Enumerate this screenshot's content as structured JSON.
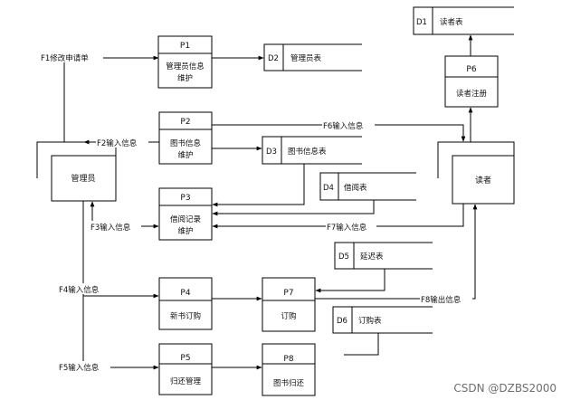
{
  "entities": {
    "admin": "管理员",
    "reader": "读者"
  },
  "processes": {
    "p1": {
      "id": "P1",
      "name_l1": "管理员信息",
      "name_l2": "维护"
    },
    "p2": {
      "id": "P2",
      "name_l1": "图书信息",
      "name_l2": "维护"
    },
    "p3": {
      "id": "P3",
      "name_l1": "借阅记录",
      "name_l2": "维护"
    },
    "p4": {
      "id": "P4",
      "name_l1": "新书订购"
    },
    "p5": {
      "id": "P5",
      "name_l1": "归还管理"
    },
    "p6": {
      "id": "P6",
      "name_l1": "读者注册"
    },
    "p7": {
      "id": "P7",
      "name_l1": "订购"
    },
    "p8": {
      "id": "P8",
      "name_l1": "图书归还"
    }
  },
  "stores": {
    "d1": {
      "id": "D1",
      "name": "读者表"
    },
    "d2": {
      "id": "D2",
      "name": "管理员表"
    },
    "d3": {
      "id": "D3",
      "name": "图书信息表"
    },
    "d4": {
      "id": "D4",
      "name": "借阅表"
    },
    "d5": {
      "id": "D5",
      "name": "延迟表"
    },
    "d6": {
      "id": "D6",
      "name": "订购表"
    }
  },
  "flows": {
    "f1": "F1修改申请单",
    "f2": "F2输入信息",
    "f3": "F3输入信息",
    "f4": "F4输入信息",
    "f5": "F5输入信息",
    "f6": "F6输入信息",
    "f7": "F7输入信息",
    "f8": "F8输出信息"
  },
  "watermark": "CSDN @DZBS2000"
}
